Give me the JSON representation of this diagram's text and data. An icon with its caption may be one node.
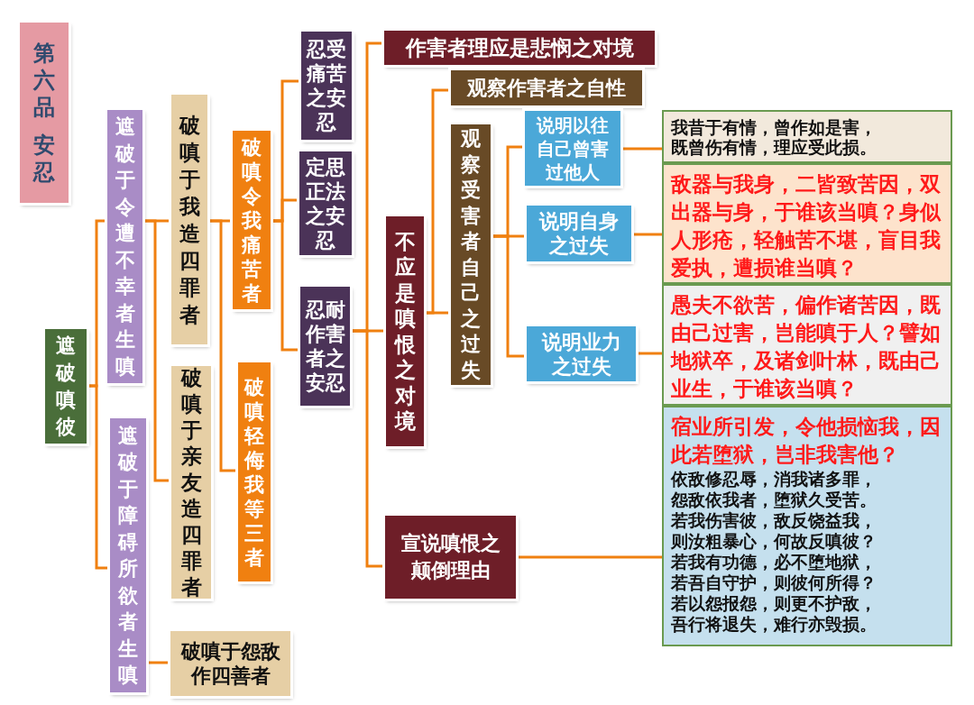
{
  "diagram": {
    "nodes": [
      {
        "text": [
          "第六品",
          "安忍"
        ]
      },
      {
        "text": [
          "遮破嗔彼"
        ]
      },
      {
        "text": [
          "遮破于令遭不幸者生嗔"
        ]
      },
      {
        "text": [
          "遮破于障碍所欲者生嗔"
        ]
      },
      {
        "text": [
          "破嗔于我造四罪者"
        ]
      },
      {
        "text": [
          "破嗔于亲友造四罪者"
        ]
      },
      {
        "text": [
          "破嗔于怨敌作四善者"
        ]
      },
      {
        "text": [
          "破嗔令我痛苦者"
        ]
      },
      {
        "text": [
          "破嗔轻侮我等三者"
        ]
      },
      {
        "text": [
          "忍受痛苦之安忍"
        ]
      },
      {
        "text": [
          "定思正法之安忍"
        ]
      },
      {
        "text": [
          "忍耐作害者之安忍"
        ]
      },
      {
        "text": [
          "作害者理应是悲悯之对境"
        ]
      },
      {
        "text": [
          "不应是嗔恨之对境"
        ]
      },
      {
        "text": [
          "宣说嗔恨之颠倒理由"
        ]
      },
      {
        "text": [
          "观察作害者之自性"
        ]
      },
      {
        "text": [
          "观察受害者自己之过失"
        ]
      },
      {
        "text": [
          "说明以往自己曾害过他人"
        ]
      },
      {
        "text": [
          "说明自身之过失"
        ]
      },
      {
        "text": [
          "说明业力之过失"
        ]
      },
      {
        "text": [
          "我昔于有情，曾作如是害，既曾伤有情，理应受此损。"
        ]
      },
      {
        "text": [
          "敌器与我身，二皆致苦因，双出器与身，于谁该当嗔？身似人形疮，轻触苦不堪，盲目我爱执，遭损谁当嗔？"
        ]
      },
      {
        "text": [
          "愚夫不欲苦，偏作诸苦因，既由己过害，岂能嗔于人？譬如地狱卒，及诸剑叶林，既由己业生，于谁该当嗔？"
        ]
      },
      {
        "text": [
          "宿业所引发，令他损恼我，因此若堕狱，岂非我害他？",
          "依敌修忍辱，消我诸多罪，怨敌依我者，堕狱久受苦。若我伤害彼，敌反饶益我，则汝粗暴心，何故反嗔彼？若我有功德，必不堕地狱，若吾自守护，则彼何所得？若以怨报怨，则更不护敌，吾行将退失，难行亦毁损。"
        ]
      }
    ],
    "edges": [
      {
        "from": 1,
        "to": 2,
        "arrow": "none"
      },
      {
        "from": 1,
        "to": 3,
        "arrow": "none"
      },
      {
        "from": 2,
        "to": 4,
        "arrow": "none"
      },
      {
        "from": 2,
        "to": 5,
        "arrow": "none"
      },
      {
        "from": 3,
        "to": 6,
        "arrow": "none"
      },
      {
        "from": 4,
        "to": 7,
        "arrow": "none"
      },
      {
        "from": 4,
        "to": 8,
        "arrow": "none"
      },
      {
        "from": 7,
        "to": 9,
        "arrow": "none"
      },
      {
        "from": 7,
        "to": 10,
        "arrow": "none"
      },
      {
        "from": 7,
        "to": 11,
        "arrow": "none"
      },
      {
        "from": 11,
        "to": 12,
        "arrow": "none"
      },
      {
        "from": 11,
        "to": 13,
        "arrow": "none"
      },
      {
        "from": 11,
        "to": 14,
        "arrow": "none"
      },
      {
        "from": 13,
        "to": 15,
        "arrow": "none"
      },
      {
        "from": 13,
        "to": 16,
        "arrow": "none"
      },
      {
        "from": 16,
        "to": 17,
        "arrow": "none"
      },
      {
        "from": 16,
        "to": 18,
        "arrow": "none"
      },
      {
        "from": 16,
        "to": 19,
        "arrow": "none"
      },
      {
        "from": 17,
        "to": 20,
        "arrow": "none"
      },
      {
        "from": 18,
        "to": 21,
        "arrow": "none"
      },
      {
        "from": 19,
        "to": 22,
        "arrow": "none"
      },
      {
        "from": 14,
        "to": 23,
        "arrow": "none"
      }
    ]
  }
}
